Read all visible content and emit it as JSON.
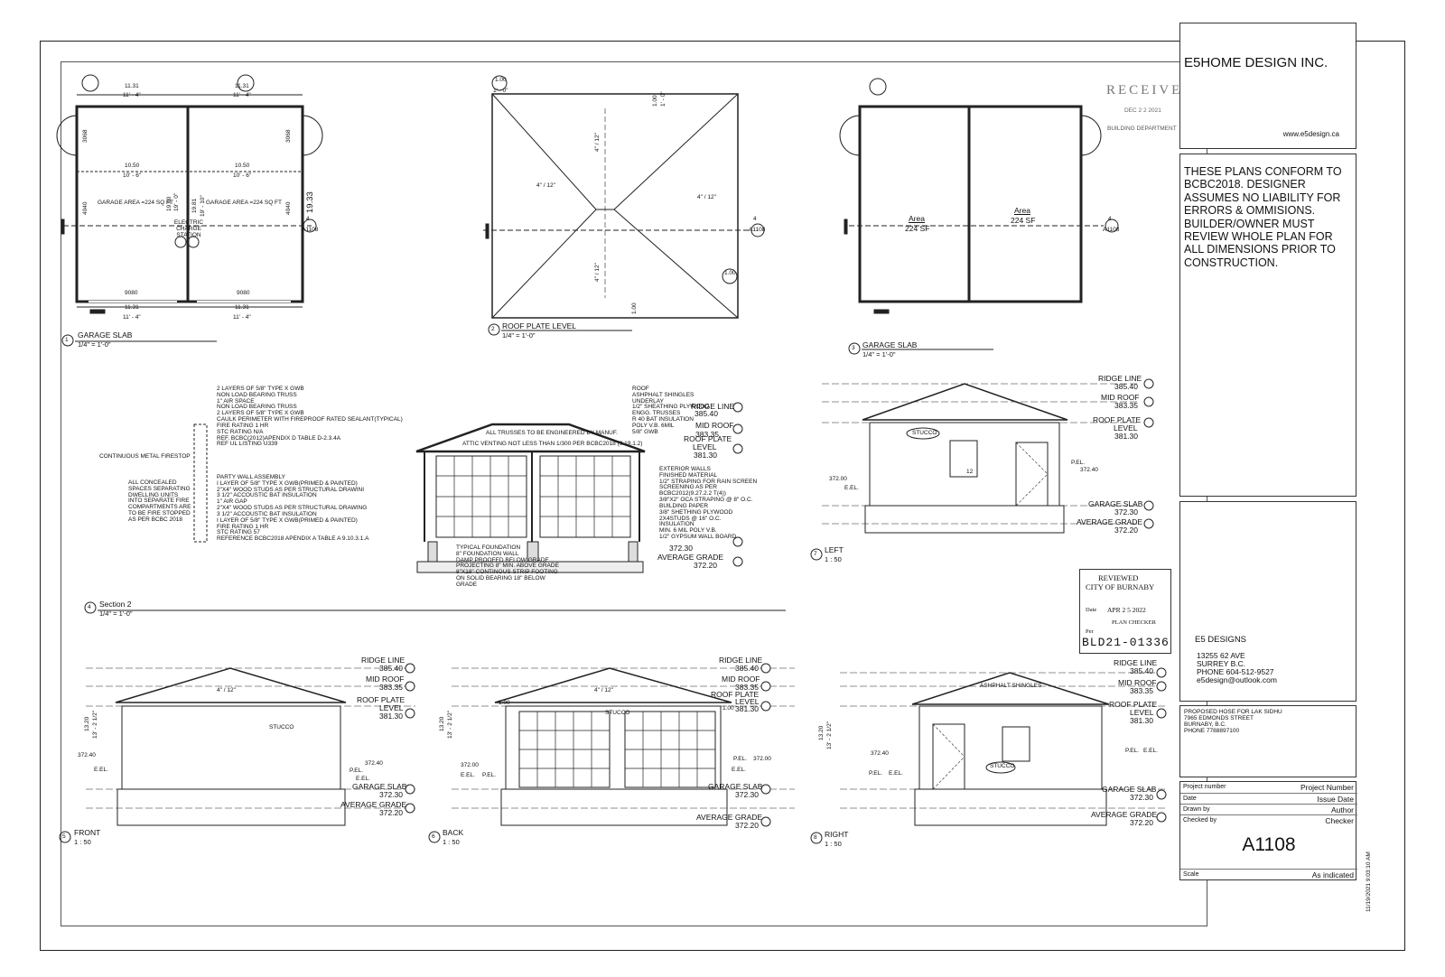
{
  "firm": {
    "name": "E5HOME DESIGN INC.",
    "website": "www.e5design.ca"
  },
  "disclaimer": "THESE PLANS CONFORM TO BCBC2018. DESIGNER ASSUMES NO LIABILITY FOR ERRORS & OMMISIONS. BUILDER/OWNER MUST REVIEW WHOLE PLAN FOR ALL DIMENSIONS PRIOR TO CONSTRUCTION.",
  "contact": {
    "company": "E5 DESIGNS",
    "address1": "13255 62 AVE",
    "address2": "SURREY B.C.",
    "phone": "PHONE 604-512-9527",
    "email": "e5design@outlook.com"
  },
  "project": {
    "line1": "PROPOSED HOSE FOR LAK SIDHU",
    "line2": "7965 EDMONDS STREET",
    "line3": "BURNABY, B.C.",
    "line4": "PHONE 7788897100"
  },
  "fields": [
    {
      "key": "Project number",
      "value": "Project Number"
    },
    {
      "key": "Date",
      "value": "Issue Date"
    },
    {
      "key": "Drawn by",
      "value": "Author"
    },
    {
      "key": "Checked by",
      "value": "Checker"
    }
  ],
  "sheet_number": "A1108",
  "scale": {
    "key": "Scale",
    "value": "As indicated"
  },
  "print_stamp": "11/19/2021 9:03:10 AM",
  "received": {
    "title": "RECEIVED",
    "date": "DEC 2 2 2021",
    "dept": "BUILDING DEPARTMENT"
  },
  "review_stamp": {
    "l1": "REVIEWED",
    "l2": "CITY OF BURNABY",
    "date_label": "Date",
    "date": "APR 2 5 2022",
    "role": "PLAN CHECKER",
    "per": "Per",
    "file": "BLD21-01336"
  },
  "views": {
    "v1": {
      "num": "1",
      "title": "GARAGE SLAB",
      "scale": "1/4\" = 1'-0\""
    },
    "v2": {
      "num": "2",
      "title": "ROOF PLATE LEVEL",
      "scale": "1/4\" = 1'-0\""
    },
    "v3": {
      "num": "3",
      "title": "GARAGE SLAB",
      "scale": "1/4\" = 1'-0\""
    },
    "v4": {
      "num": "4",
      "title": "Section 2",
      "scale": "1/4\" = 1'-0\""
    },
    "v5": {
      "num": "5",
      "title": "FRONT",
      "scale": "1 : 50"
    },
    "v6": {
      "num": "6",
      "title": "BACK",
      "scale": "1 : 50"
    },
    "v7": {
      "num": "7",
      "title": "LEFT",
      "scale": "1 : 50"
    },
    "v8": {
      "num": "8",
      "title": "RIGHT",
      "scale": "1 : 50"
    }
  },
  "plan1": {
    "dim1": "11.31",
    "dim1ft": "11' - 4\"",
    "dim2": "10.50",
    "dim2ft": "10' - 6\"",
    "area1": "GARAGE AREA =224 SQ FT",
    "area2": "GARAGE AREA =224 SQ FT",
    "ev": "ELECTRIC CHARGE STATION",
    "door": "9080",
    "h1": "3068",
    "h2": "4040",
    "d3": "19.81",
    "d3ft": "19' - 10\"",
    "d4": "19.00",
    "d4ft": "19' - 0\"",
    "d5": "19.33"
  },
  "roof": {
    "pitch": "4\" / 12\"",
    "elev": "1.00",
    "elevft": "1' - 0\""
  },
  "plan3": {
    "area_label": "Area",
    "area_val": "224 SF"
  },
  "section_ref": {
    "num": "4",
    "sheet": "A1108"
  },
  "levels": {
    "ridge": "RIDGE LINE",
    "ridge_v": "385.40",
    "mid": "MID ROOF",
    "mid_v": "383.35",
    "plate": "ROOF PLATE",
    "plate2": "LEVEL",
    "plate_v": "381.30",
    "slab": "GARAGE SLAB",
    "slab_v": "372.30",
    "grade": "AVERAGE GRADE",
    "grade_v": "372.20"
  },
  "elev": {
    "stucco": "STUCCO",
    "shingles": "ASHPHALT SHINGLES",
    "pel": "P.EL.",
    "eel": "E.EL.",
    "pel_v": "372.40",
    "eel_v": "372.00",
    "pitch": "4\" / 12\"",
    "win": "12",
    "ht": "13.20",
    "htft": "13' - 2 1/2\""
  },
  "section": {
    "wall_notes": [
      "2 LAYERS OF 5/8\" TYPE X GWB",
      "NON LOAD BEARING TRUSS",
      "1\" AIR SPACE",
      "NON LOAD BEARING TRUSS",
      "2 LAYERS OF 5/8\" TYPE X GWB",
      "CAULK PERIMETER WITH FIREPROOF RATED SEALANT(TYPICAL)",
      "FIRE RATING 1 HR",
      "STC RATING N/A",
      "REF. BCBC(2012)APENDIX D TABLE D-2.3.4A",
      "REF UL LISTING U339"
    ],
    "firestop": "CONTINUOUS METAL FIRESTOP",
    "concealed": [
      "ALL CONCEALED",
      "SPACES SEPARATING",
      "DWELLING UNITS",
      "INTO SEPARATE FIRE",
      "COMPARTMENTS ARE",
      "TO BE FIRE STOPPED",
      "AS PER BCBC 2018"
    ],
    "party": [
      "PARTY WALL ASSEMBLY",
      "I LAYER OF 5/8\" TYPE X GWB(PRIMED & PAINTED)",
      "2\"X4\" WOOD STUDS AS PER STRUCTURAL DRAWINI",
      "3 1/2\" ACCOUSTIC BAT INSULATION",
      "1\" AIR GAP",
      "2\"X4\" WOOD STUDS AS PER STRUCTURAL DRAWING",
      "3 1/2\" ACCOUSTIC BAT INSULATION",
      "I LAYER OF 5/8\" TYPE X GWB(PRIMED & PAINTED)",
      "FIRE RATING 1 HR",
      "STC RATING 57",
      "REFERENCE BCBC2018 APENDIX A TABLE A 9.10.3.1.A"
    ],
    "trusses": "ALL TRUSSES TO BE ENGINEERED BY MANUF.",
    "attic": "ATTIC VENTING NOT LESS THAN 1/300 PER BCBC2018 (9.19.1.2)",
    "roof_notes": [
      "ROOF",
      "ASHPHALT SHINGLES",
      "UNDERLAY",
      "1/2\" SHEATHING PLYWOOD",
      "ENGG. TRUSSES",
      "R 40 BAT INSULATION",
      "POLY V.B. 6MIL",
      "5/8\" GWB"
    ],
    "wall_ext": [
      "EXTERIOR WALLS",
      "FINISHED MATERIAL",
      "1/2\" STRAPING FOR RAIN SCREEN",
      "SCREENING AS PER",
      "BCBC2012(9.27.2.2 T(4))",
      "3/8\"X2\" OCA STRAPING @ 8\" O.C.",
      "BUILDING PAPER",
      "3/8\" SHETHING PLYWOOD",
      "2X4STUDS @ 16\" O.C.",
      "INSULATION",
      "MIN. 6 MIL POLY V.B.",
      "1/2\" GYPSUM WALL BOARD"
    ],
    "foundation": [
      "TYPICAL FOUNDATION",
      "8\" FOUNDATION WALL",
      "DAMP PROOFED BELOW GRADE",
      "PROJECTING 8\" MIN. ABOVE GRADE",
      "8\"X18\" CONTINOUS STRIP FOOTING",
      "ON SOLID BEARING 18\" BELOW",
      "GRADE"
    ]
  }
}
